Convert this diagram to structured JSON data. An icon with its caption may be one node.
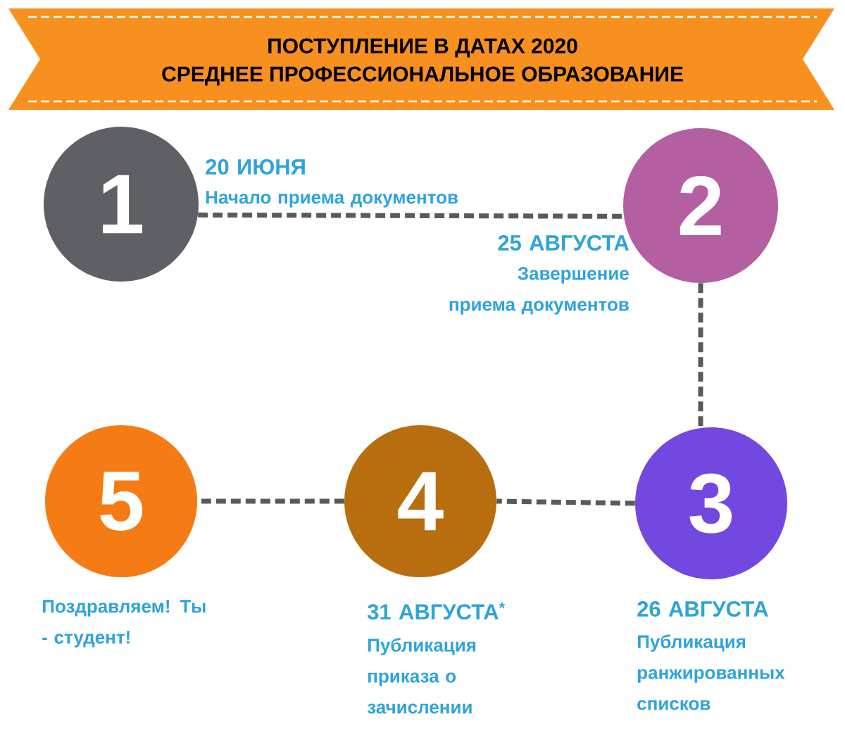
{
  "diagram": {
    "nodes": [
      {
        "text": [
          "ПОСТУПЛЕНИЕ В ДАТАХ 2020",
          "СРЕДНЕЕ ПРОФЕССИОНАЛЬНОЕ ОБРАЗОВАНИЕ"
        ]
      },
      {
        "text": [
          "1"
        ],
        "beside": [
          "20 ИЮНЯ",
          "Начало приема документов"
        ]
      },
      {
        "text": [
          "2"
        ],
        "beside": [
          "25 АВГУСТА",
          "Завершение приема документов"
        ]
      },
      {
        "text": [
          "3"
        ],
        "beside": [
          "26 АВГУСТА",
          "Публикация ранжированных списков"
        ]
      },
      {
        "text": [
          "4"
        ],
        "beside": [
          "31 АВГУСТА$^{*}$",
          "Публикация приказа о зачислении"
        ]
      },
      {
        "text": [
          "5"
        ],
        "beside": [
          "Поздравляем! Ты - студент!"
        ]
      }
    ],
    "edges": [
      {
        "from": 1,
        "to": 2,
        "arrow": "none"
      },
      {
        "from": 2,
        "to": 3,
        "arrow": "none"
      },
      {
        "from": 3,
        "to": 4,
        "arrow": "none"
      },
      {
        "from": 4,
        "to": 5,
        "arrow": "none"
      }
    ]
  }
}
